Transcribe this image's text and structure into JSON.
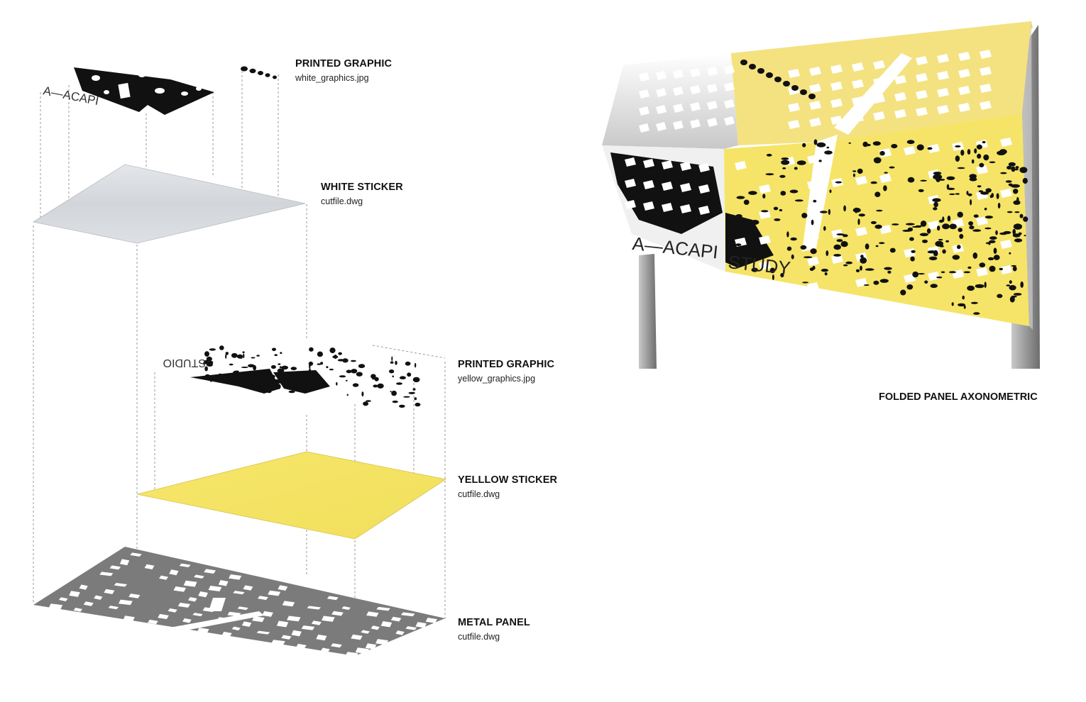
{
  "layers": [
    {
      "title": "PRINTED GRAPHIC",
      "file": "white_graphics.jpg"
    },
    {
      "title": "WHITE STICKER",
      "file": "cutfile.dwg"
    },
    {
      "title": "PRINTED GRAPHIC",
      "file": "yellow_graphics.jpg"
    },
    {
      "title": "YELLLOW STICKER",
      "file": "cutfile.dwg"
    },
    {
      "title": "METAL PANEL",
      "file": "cutfile.dwg"
    }
  ],
  "axonometric": {
    "title": "FOLDED PANEL AXONOMETRIC"
  },
  "graphic_text": {
    "white_print": "A—ACAPI",
    "yellow_print": "STUDIO",
    "panel_white": "A—ACAPI",
    "panel_yellow": "STUDY"
  },
  "colors": {
    "yellow": "#f5e468",
    "yellow_panel": "#f3e27f",
    "white_sticker": "#dcdfe3",
    "metal": "#7b7b7b",
    "post": "#a2a2a2",
    "ink": "#111111"
  }
}
